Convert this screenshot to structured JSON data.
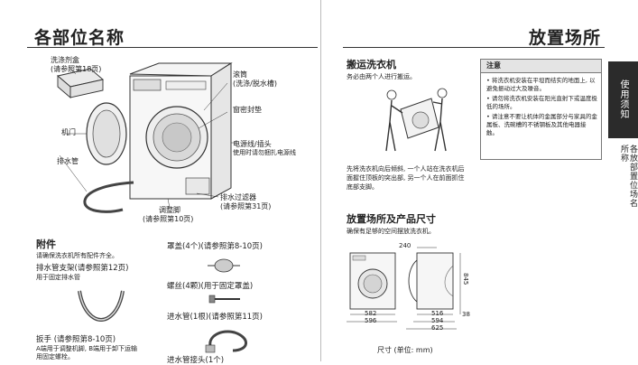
{
  "left": {
    "title": "各部位名称",
    "labels": {
      "detergent_box": "洗涤剂盒",
      "detergent_box_ref": "(请参照第18页)",
      "drum": "滚筒",
      "drum_note": "(洗涤/脱水槽)",
      "door": "机门",
      "door_seal": "窗密封垫",
      "power_cord": "电源线/插头",
      "power_cord_note": "使用时请勿捆扎电源线",
      "drain_hose": "排水管",
      "drain_filter": "排水过滤器",
      "drain_filter_ref": "(请参照第31页)",
      "adjust_foot": "调整脚",
      "adjust_foot_ref": "(请参照第10页)"
    },
    "accessories": {
      "title": "附件",
      "note": "请确保洗衣机所有配件齐全。",
      "hose_bracket": "排水管支架(请参照第12页)",
      "hose_bracket_note": "用于固定排水管",
      "cap": "罩盖(4个)(请参照第8-10页)",
      "screw": "螺丝(4颗)(用于固定罩盖)",
      "inlet_hose": "进水管(1根)(请参照第11页)",
      "wrench": "扳手 (请参照第8-10页)",
      "wrench_note_1": "A端用于调整机脚, B端用于卸下运输",
      "wrench_note_2": "用固定螺栓。",
      "bottom_cut": "进水管接头(1个)"
    }
  },
  "right": {
    "title": "放置场所",
    "carry": {
      "title": "搬运洗衣机",
      "desc": "务必由两个人进行搬运。",
      "detail_1": "先将洗衣机向后倾斜, 一个人站在洗衣机后",
      "detail_2": "面握住顶板的突出部, 另一个人在前面抓住",
      "detail_3": "底部支脚。"
    },
    "place": {
      "title": "放置场所及产品尺寸",
      "desc": "确保有足够的空间摆放洗衣机。",
      "unit": "尺寸 (单位: mm)"
    },
    "dims": {
      "d240": "240",
      "d845": "845",
      "d38": "38",
      "d582": "582",
      "d596": "596",
      "d516": "516",
      "d594": "594",
      "d625": "625"
    },
    "notice": {
      "head": "注意",
      "items": [
        "• 将洗衣机安装在平坦而结实的地面上, 以避免振动过大及噪音。",
        "• 请勿将洗衣机安装在阳光直射下或温度极低的场所。",
        "• 请注意不要让机体的金属部分与家具的金属板、洗碗槽的不锈钢板及其他电器接触。"
      ]
    }
  },
  "sidebar": {
    "tab_active": "使用须知",
    "tab_sub": "各放部置位场名所称"
  }
}
